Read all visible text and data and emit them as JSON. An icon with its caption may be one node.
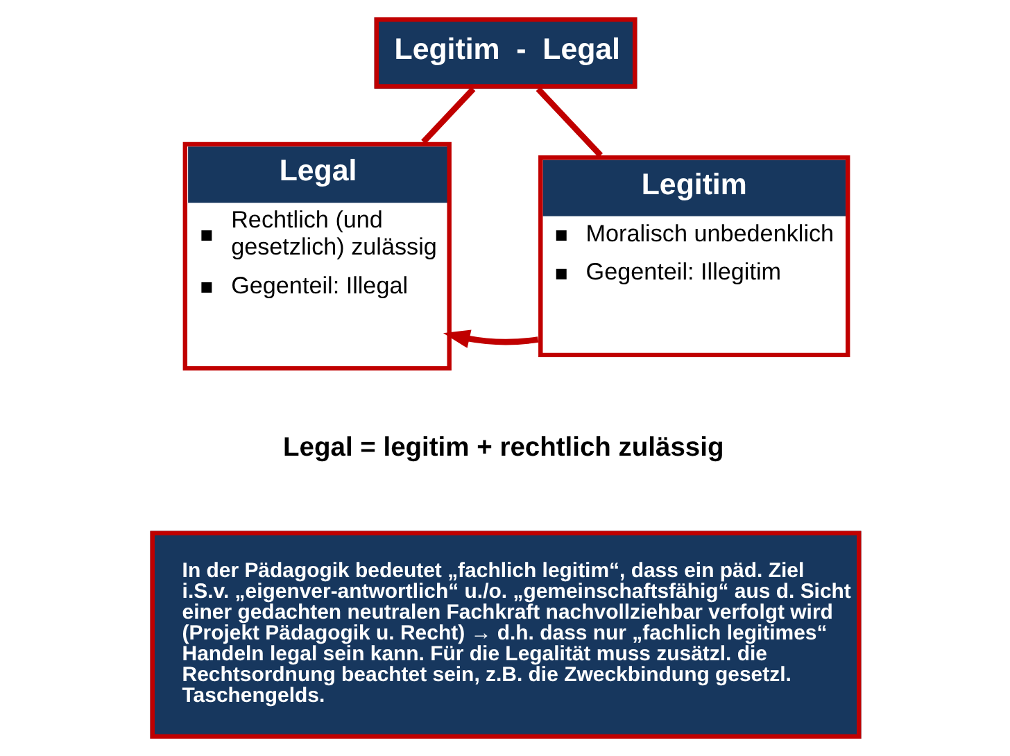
{
  "diagram": {
    "nodes": [
      {
        "text": [
          "Legitim  -  Legal"
        ]
      },
      {
        "text": [
          "Legal",
          "Rechtlich (und gesetzlich) zulässig",
          "Gegenteil: Illegal"
        ]
      },
      {
        "text": [
          "Legitim",
          "Moralisch unbedenklich",
          "Gegenteil: Illegitim"
        ]
      },
      {
        "text": [
          "In der Pädagogik bedeutet „fachlich legitim“, dass ein päd. Ziel i.S.v. „eigenver-antwortlich“ u./o. „gemeinschaftsfähig“ aus d. Sicht einer gedachten neutralen Fachkraft nachvollziehbar verfolgt wird (Projekt Pädagogik u. Recht) → d.h. dass nur „fachlich legitimes“ Handeln legal sein kann. Für die Legalität muss zusätzl. die Rechtsordnung beachtet sein, z.B. die Zweckbindung gesetzl. Taschengelds."
        ]
      }
    ],
    "edges": [
      {
        "from": 0,
        "to": 1,
        "arrow": "none"
      },
      {
        "from": 0,
        "to": 2,
        "arrow": "none"
      },
      {
        "from": 2,
        "to": 1,
        "arrow": "to"
      }
    ],
    "labels": [
      "Legal = legitim + rechtlich zulässig"
    ]
  }
}
